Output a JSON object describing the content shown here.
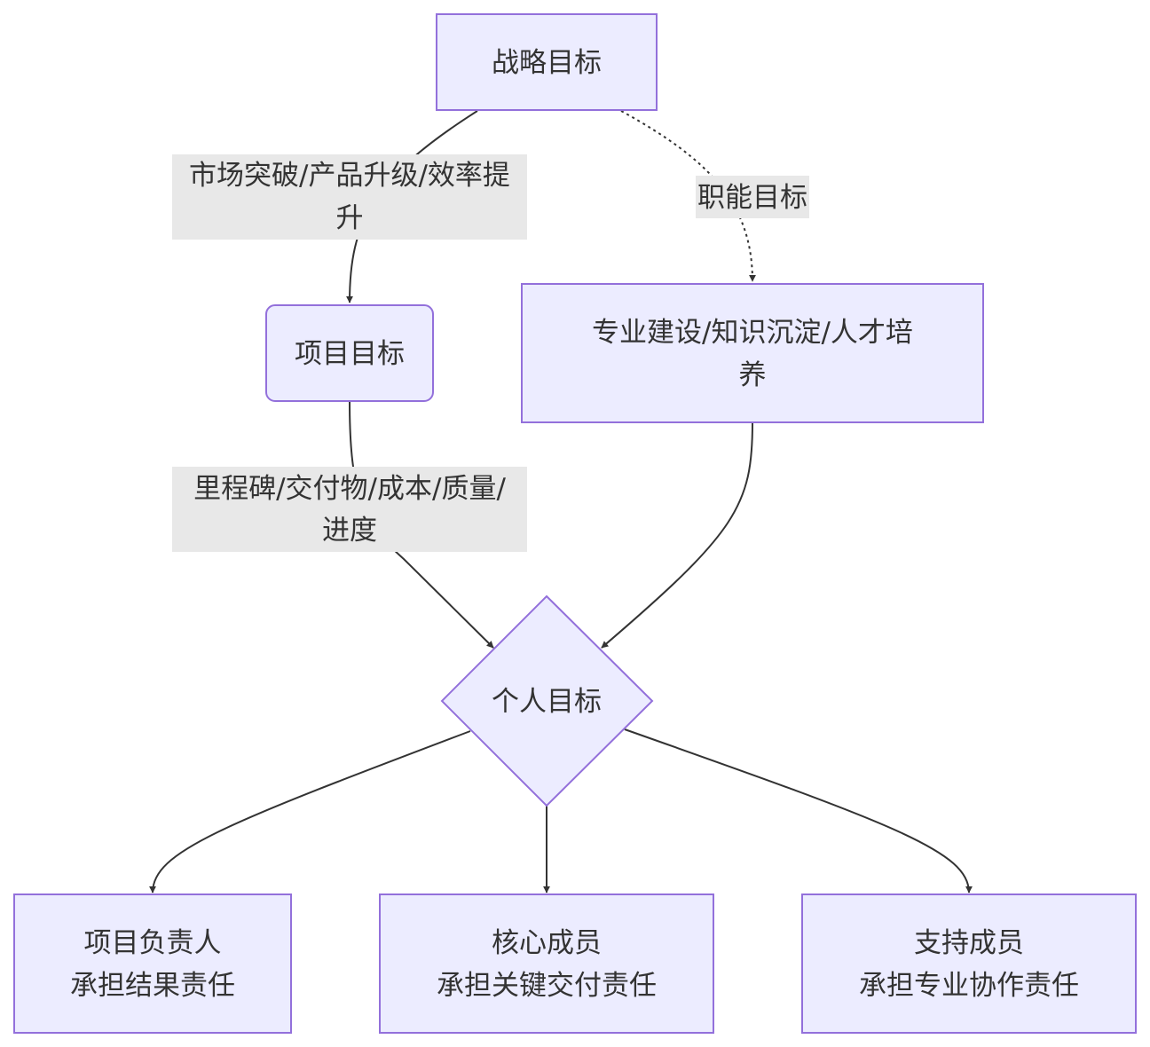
{
  "nodes": {
    "strategic": {
      "label": "战略目标"
    },
    "project": {
      "label": "项目目标"
    },
    "functional": {
      "line1": "专业建设/知识沉淀/人才培",
      "line2": "养"
    },
    "personal": {
      "label": "个人目标"
    },
    "lead": {
      "line1": "项目负责人",
      "line2": "承担结果责任"
    },
    "core": {
      "line1": "核心成员",
      "line2": "承担关键交付责任"
    },
    "support": {
      "line1": "支持成员",
      "line2": "承担专业协作责任"
    }
  },
  "edges": {
    "strategic_to_project": {
      "line1": "市场突破/产品升级/效率提",
      "line2": "升"
    },
    "strategic_to_functional": {
      "label": "职能目标"
    },
    "project_to_personal": {
      "line1": "里程碑/交付物/成本/质量/",
      "line2": "进度"
    }
  }
}
